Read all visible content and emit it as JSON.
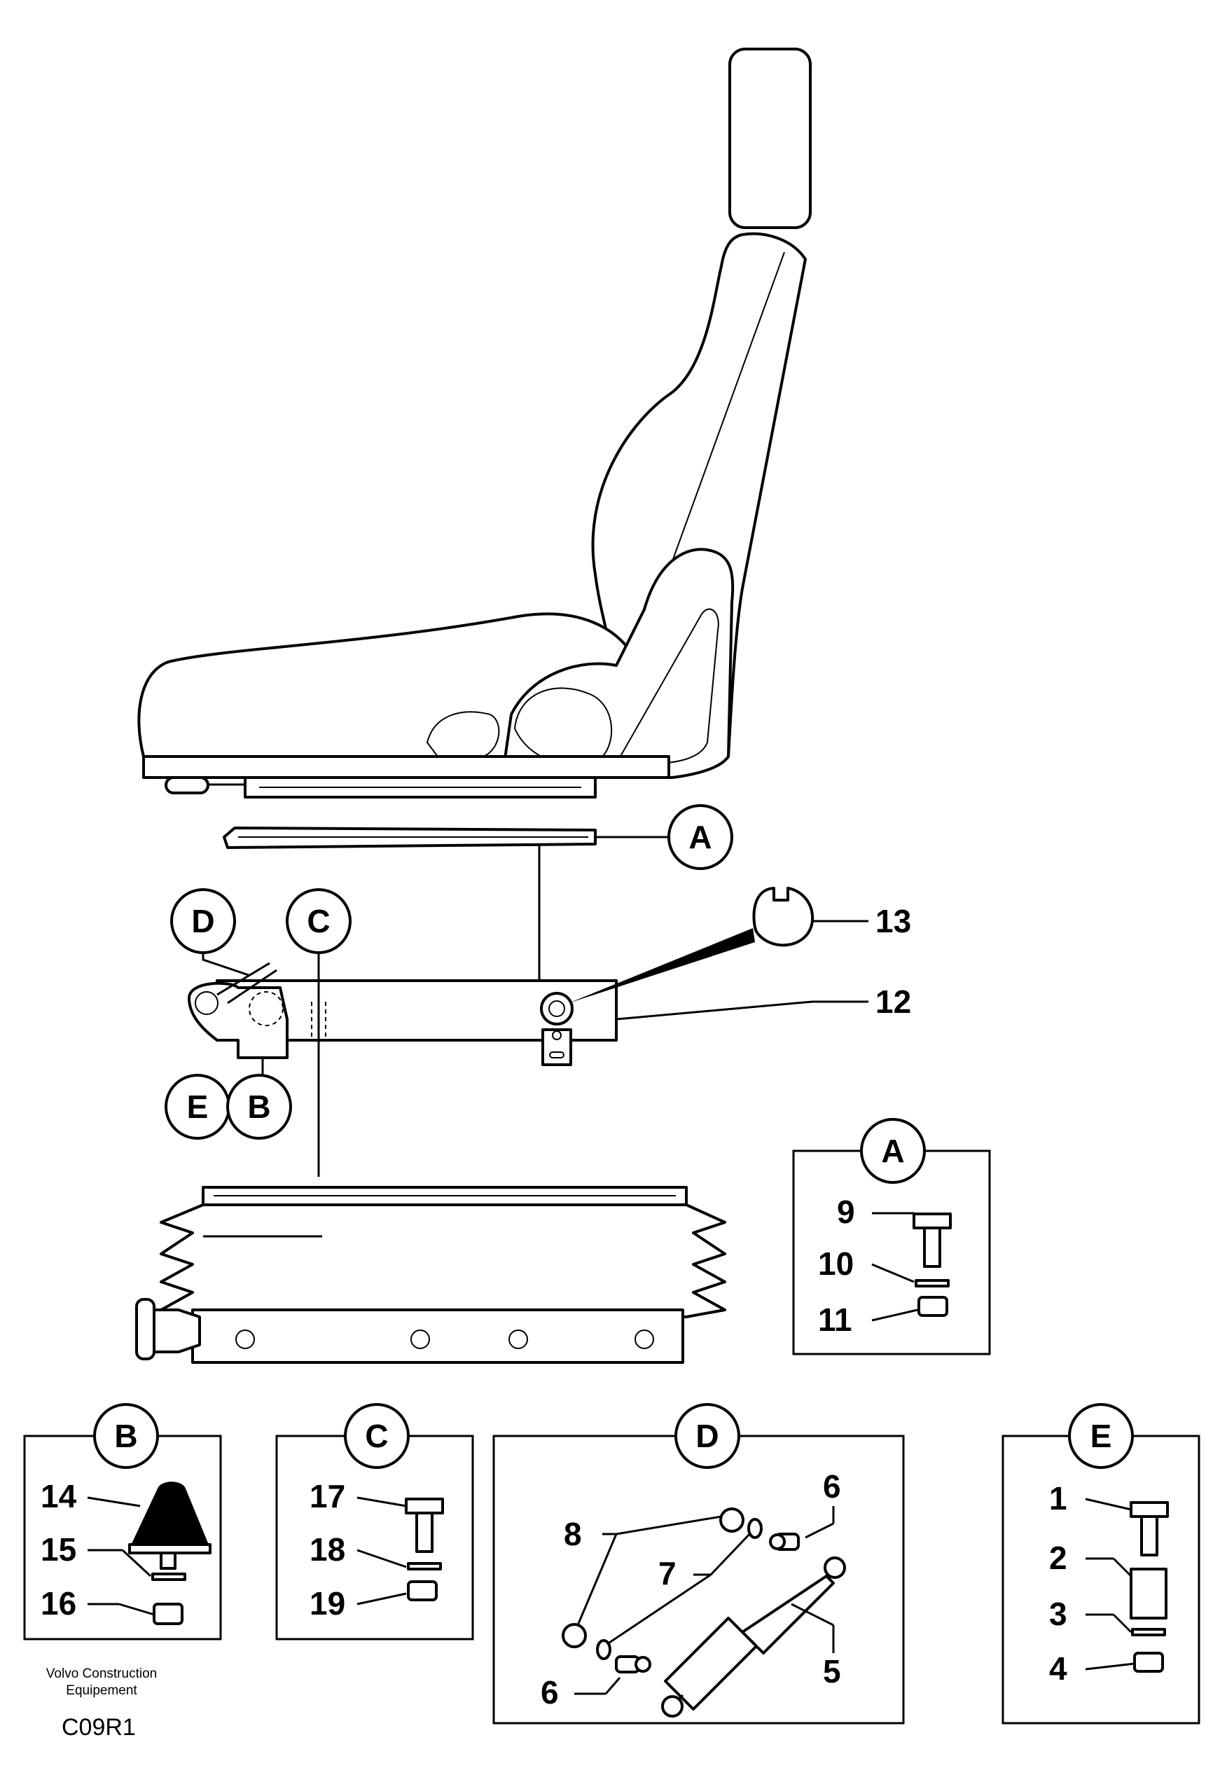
{
  "callouts": {
    "A": "A",
    "B": "B",
    "C": "C",
    "D": "D",
    "E": "E"
  },
  "main_labels": {
    "p13": "13",
    "p12": "12"
  },
  "detail_A": {
    "title": "A",
    "items": [
      "9",
      "10",
      "11"
    ]
  },
  "detail_B": {
    "title": "B",
    "items": [
      "14",
      "15",
      "16"
    ]
  },
  "detail_C": {
    "title": "C",
    "items": [
      "17",
      "18",
      "19"
    ]
  },
  "detail_D": {
    "title": "D",
    "items": [
      "8",
      "7",
      "6",
      "6",
      "5"
    ]
  },
  "detail_E": {
    "title": "E",
    "items": [
      "1",
      "2",
      "3",
      "4"
    ]
  },
  "footer": {
    "brand_line1": "Volvo Construction",
    "brand_line2": "Equipement",
    "code": "C09R1"
  }
}
